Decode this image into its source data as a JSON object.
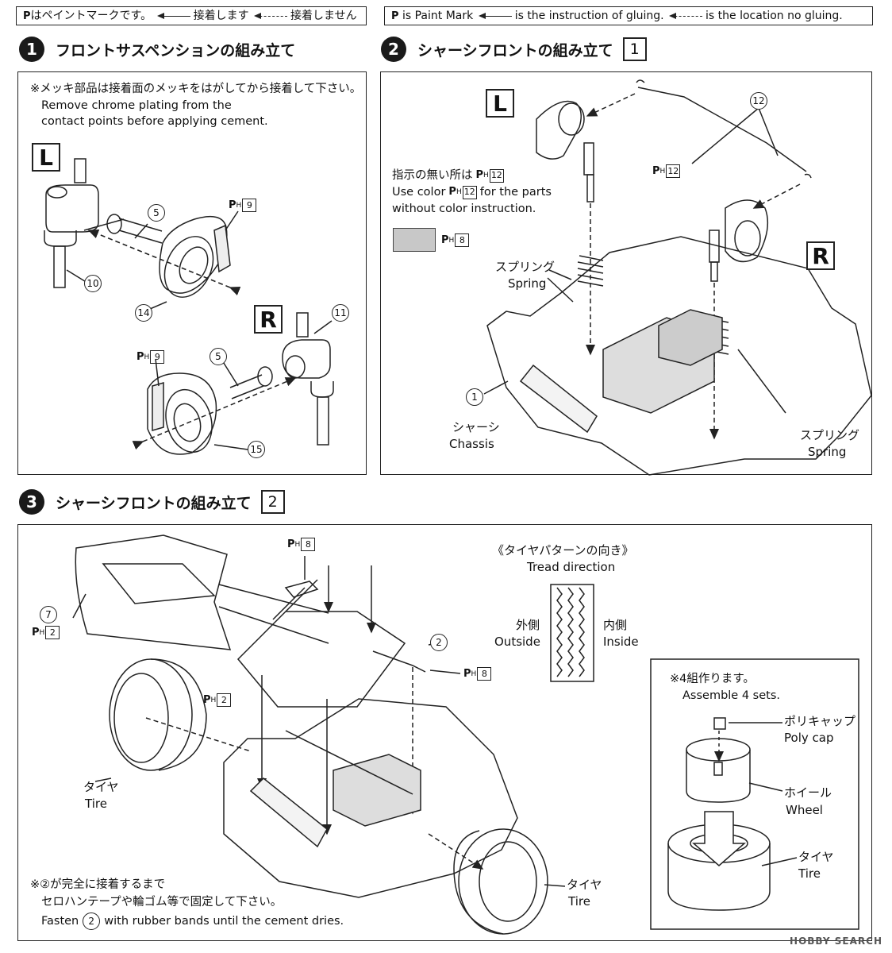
{
  "legend_ja": {
    "paint_mark": "はペイントマークです。",
    "glue": "接着します",
    "no_glue": "接着しません"
  },
  "legend_en": {
    "paint_mark": "is Paint Mark",
    "glue": "is the instruction of gluing.",
    "no_glue": "is the location no gluing."
  },
  "step1": {
    "num": "1",
    "title": "フロントサスペンションの組み立て",
    "note_ja": "※メッキ部品は接着面のメッキをはがしてから接着して下さい。",
    "note_en_1": "Remove chrome plating from the",
    "note_en_2": "contact points before applying cement.",
    "side_l": "L",
    "side_r": "R",
    "parts": [
      "5",
      "9",
      "10",
      "14",
      "5",
      "9",
      "11",
      "15"
    ]
  },
  "step2": {
    "num": "2",
    "title": "シャーシフロントの組み立て",
    "ref": "1",
    "side_l": "L",
    "side_r": "R",
    "color_note_ja": "指示の無い所は",
    "color_note_en_1": "Use color",
    "color_note_en_2": "for the parts",
    "color_note_en_3": "without color instruction.",
    "paint_12": "12",
    "paint_8": "8",
    "spring_ja": "スプリング",
    "spring_en": "Spring",
    "chassis_part": "1",
    "chassis_ja": "シャーシ",
    "chassis_en": "Chassis",
    "part_12": "12"
  },
  "step3": {
    "num": "3",
    "title": "シャーシフロントの組み立て",
    "ref": "2",
    "part_7": "7",
    "part_2": "2",
    "paint_2": "2",
    "paint_8": "8",
    "tread_ja": "《タイヤパターンの向き》",
    "tread_en": "Tread direction",
    "outside_ja": "外側",
    "outside_en": "Outside",
    "inside_ja": "内側",
    "inside_en": "Inside",
    "tire_ja": "タイヤ",
    "tire_en": "Tire",
    "bottom_note_ja_1": "※②が完全に接着するまで",
    "bottom_note_ja_2": "セロハンテープや輪ゴム等で固定して下さい。",
    "bottom_note_en_pre": "Fasten",
    "bottom_note_en_post": "with rubber bands until the cement dries.",
    "sets_ja": "※4組作ります。",
    "sets_en": "Assemble 4 sets.",
    "polycap_ja": "ポリキャップ",
    "polycap_en": "Poly cap",
    "wheel_ja": "ホイール",
    "wheel_en": "Wheel"
  },
  "paint_letter": "P",
  "paint_sub": "H",
  "watermark": "HOBBY SEARCH"
}
